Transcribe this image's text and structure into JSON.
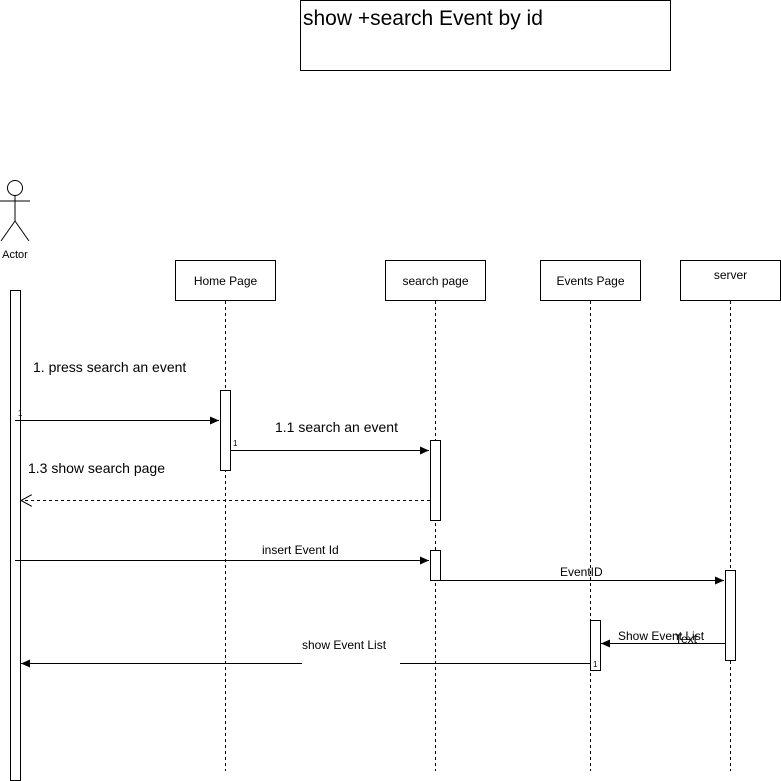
{
  "title": "show +search Event by id",
  "actor": {
    "label": "Actor"
  },
  "lifelines": [
    {
      "id": "home",
      "label": "Home Page"
    },
    {
      "id": "search",
      "label": "search page"
    },
    {
      "id": "events",
      "label": "Events Page"
    },
    {
      "id": "server",
      "label": "server"
    }
  ],
  "messages": [
    {
      "label": "1. press search an event",
      "from": "actor",
      "to": "home",
      "style": "solid"
    },
    {
      "label": "1.1 search an event",
      "from": "home",
      "to": "search",
      "style": "solid"
    },
    {
      "label": "1.3 show search page",
      "from": "search",
      "to": "actor",
      "style": "dashed"
    },
    {
      "label": "insert Event Id",
      "from": "actor",
      "to": "search",
      "style": "solid"
    },
    {
      "label": "EventID",
      "from": "search",
      "to": "server",
      "style": "solid"
    },
    {
      "label": "Show Event List",
      "from": "server",
      "to": "events",
      "style": "solid"
    },
    {
      "label": "show Event List",
      "from": "events",
      "to": "actor",
      "style": "solid"
    }
  ],
  "annotations": {
    "sequence_number": "1",
    "overlay_text": "Text"
  }
}
